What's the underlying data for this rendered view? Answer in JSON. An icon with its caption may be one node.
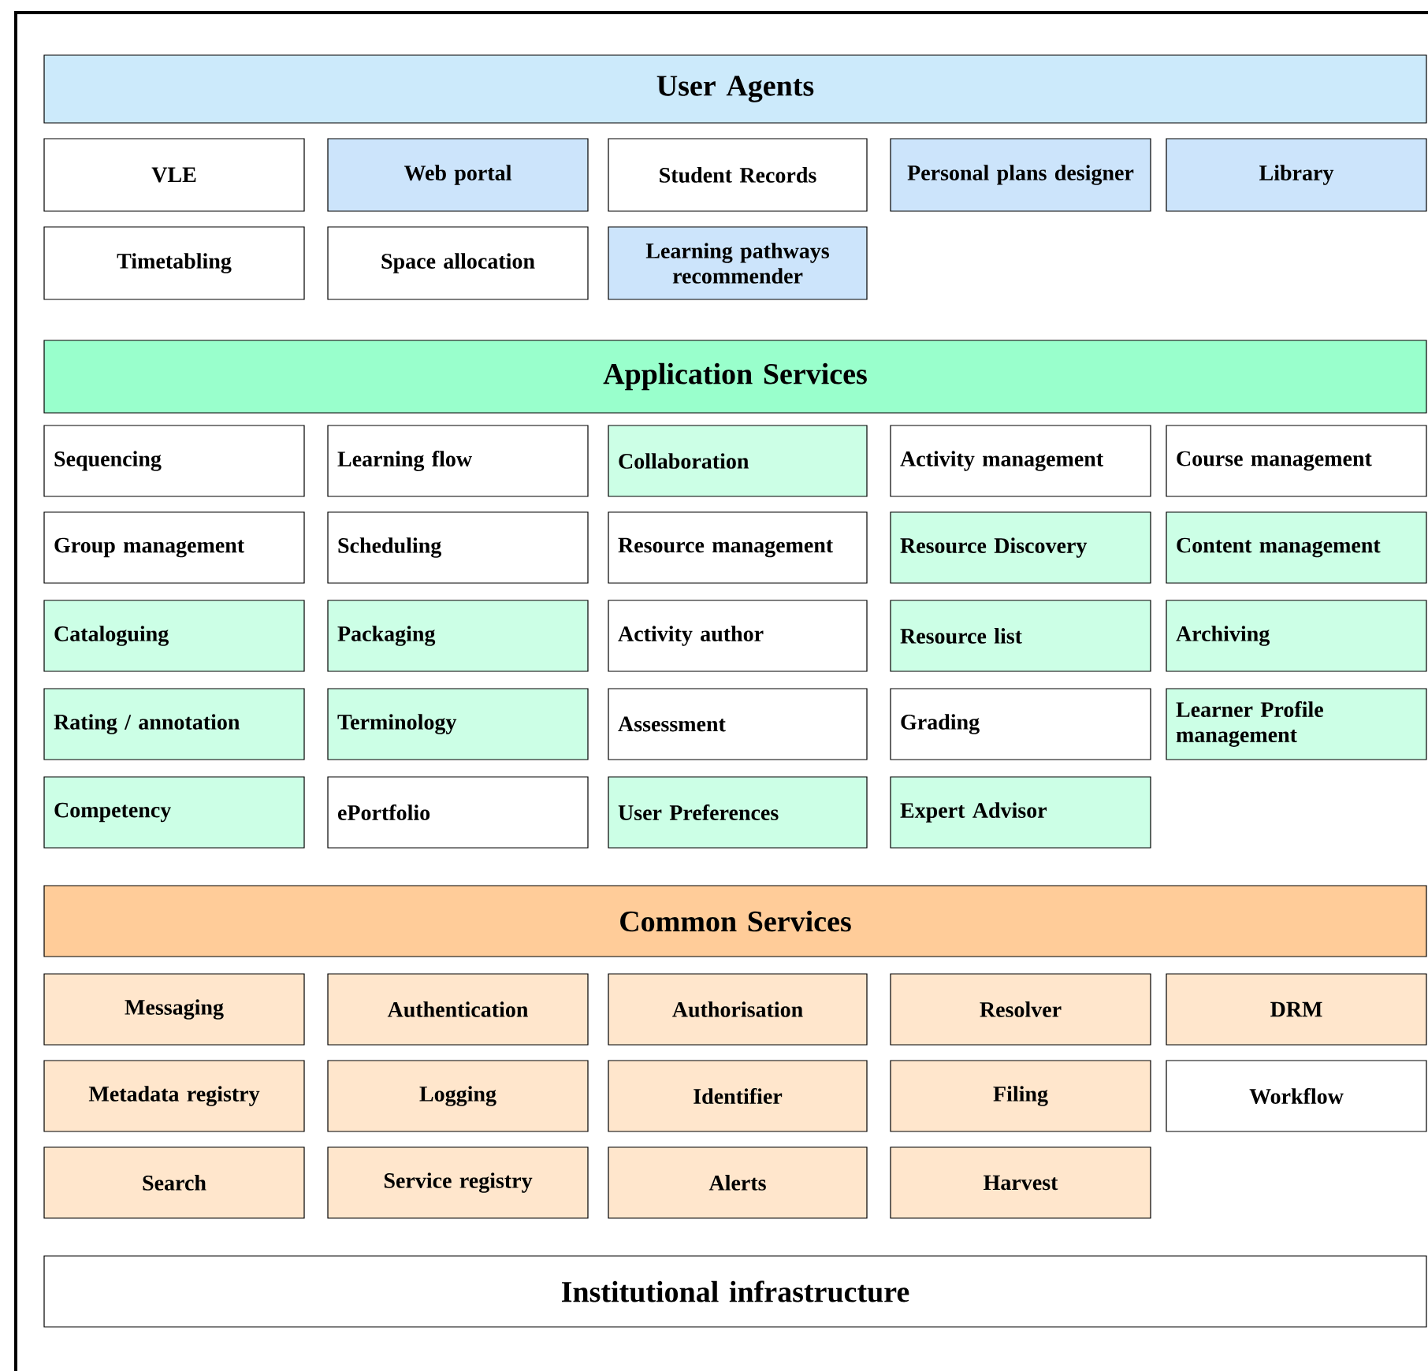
{
  "diagram": {
    "nodes": [
      {
        "text": [
          "User Agents"
        ]
      },
      {
        "text": [
          "VLE"
        ]
      },
      {
        "text": [
          "Web portal"
        ]
      },
      {
        "text": [
          "Student Records"
        ]
      },
      {
        "text": [
          "Personal plans designer"
        ]
      },
      {
        "text": [
          "Library"
        ]
      },
      {
        "text": [
          "Timetabling"
        ]
      },
      {
        "text": [
          "Space allocation"
        ]
      },
      {
        "text": [
          "Learning pathways recommender"
        ]
      },
      {
        "text": [
          "Application Services"
        ]
      },
      {
        "text": [
          "Sequencing"
        ]
      },
      {
        "text": [
          "Learning flow"
        ]
      },
      {
        "text": [
          "Collaboration"
        ]
      },
      {
        "text": [
          "Activity management"
        ]
      },
      {
        "text": [
          "Course management"
        ]
      },
      {
        "text": [
          "Group management"
        ]
      },
      {
        "text": [
          "Scheduling"
        ]
      },
      {
        "text": [
          "Resource management"
        ]
      },
      {
        "text": [
          "Resource Discovery"
        ]
      },
      {
        "text": [
          "Content management"
        ]
      },
      {
        "text": [
          "Cataloguing"
        ]
      },
      {
        "text": [
          "Packaging"
        ]
      },
      {
        "text": [
          "Activity author"
        ]
      },
      {
        "text": [
          "Resource list"
        ]
      },
      {
        "text": [
          "Archiving"
        ]
      },
      {
        "text": [
          "Rating / annotation"
        ]
      },
      {
        "text": [
          "Terminology"
        ]
      },
      {
        "text": [
          "Assessment"
        ]
      },
      {
        "text": [
          "Grading"
        ]
      },
      {
        "text": [
          "Learner Profile management"
        ]
      },
      {
        "text": [
          "Competency"
        ]
      },
      {
        "text": [
          "ePortfolio"
        ]
      },
      {
        "text": [
          "User Preferences"
        ]
      },
      {
        "text": [
          "Expert Advisor"
        ]
      },
      {
        "text": [
          "Common Services"
        ]
      },
      {
        "text": [
          "Messaging"
        ]
      },
      {
        "text": [
          "Authentication"
        ]
      },
      {
        "text": [
          "Authorisation"
        ]
      },
      {
        "text": [
          "Resolver"
        ]
      },
      {
        "text": [
          "DRM"
        ]
      },
      {
        "text": [
          "Metadata registry"
        ]
      },
      {
        "text": [
          "Logging"
        ]
      },
      {
        "text": [
          "Identifier"
        ]
      },
      {
        "text": [
          "Filing"
        ]
      },
      {
        "text": [
          "Workflow"
        ]
      },
      {
        "text": [
          "Search"
        ]
      },
      {
        "text": [
          "Service registry"
        ]
      },
      {
        "text": [
          "Alerts"
        ]
      },
      {
        "text": [
          "Harvest"
        ]
      },
      {
        "text": [
          "Institutional infrastructure"
        ]
      }
    ]
  }
}
